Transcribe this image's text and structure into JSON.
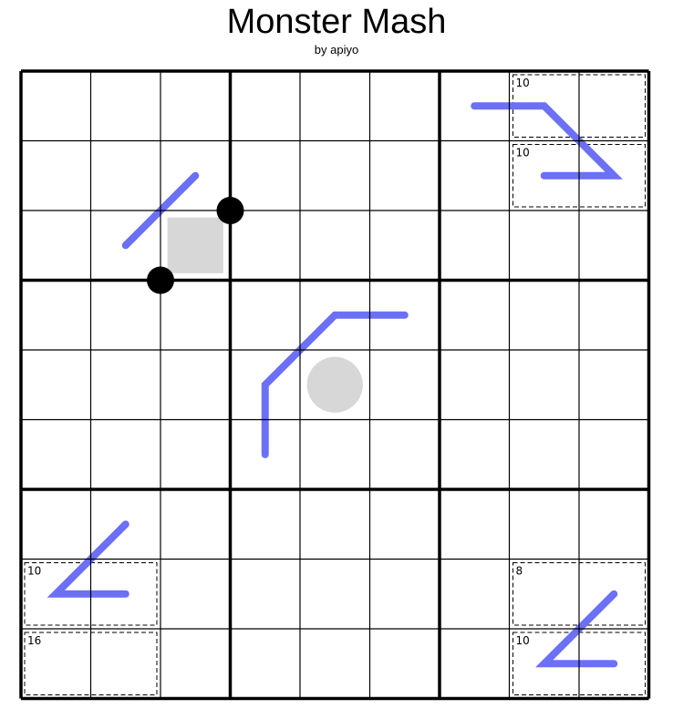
{
  "puzzle": {
    "title": "Monster Mash",
    "author": "by apiyo",
    "size": 9,
    "box": 3
  },
  "colors": {
    "line": "#6b70f5",
    "shading": "#d7d7d7",
    "dot": "#000000",
    "grid": "#000000"
  },
  "cages": [
    {
      "cells": [
        [
          0,
          7
        ],
        [
          0,
          8
        ]
      ],
      "sum": "10"
    },
    {
      "cells": [
        [
          1,
          7
        ],
        [
          1,
          8
        ]
      ],
      "sum": "10"
    },
    {
      "cells": [
        [
          7,
          0
        ],
        [
          7,
          1
        ]
      ],
      "sum": "10"
    },
    {
      "cells": [
        [
          8,
          0
        ],
        [
          8,
          1
        ]
      ],
      "sum": "16"
    },
    {
      "cells": [
        [
          7,
          7
        ],
        [
          7,
          8
        ]
      ],
      "sum": "8"
    },
    {
      "cells": [
        [
          8,
          7
        ],
        [
          8,
          8
        ]
      ],
      "sum": "10"
    }
  ],
  "lines": [
    {
      "name": "line-top-right",
      "cells": [
        [
          0,
          6
        ],
        [
          0,
          7
        ],
        [
          1,
          8
        ],
        [
          1,
          7
        ]
      ]
    },
    {
      "name": "line-top-left",
      "cells": [
        [
          2,
          1
        ],
        [
          1,
          2
        ]
      ]
    },
    {
      "name": "line-center",
      "cells": [
        [
          5,
          3
        ],
        [
          4,
          3
        ],
        [
          3,
          4
        ],
        [
          3,
          5
        ]
      ]
    },
    {
      "name": "line-bottom-left",
      "cells": [
        [
          6,
          1
        ],
        [
          7,
          0
        ],
        [
          7,
          1
        ]
      ]
    },
    {
      "name": "line-bottom-right",
      "cells": [
        [
          7,
          8
        ],
        [
          8,
          7
        ],
        [
          8,
          8
        ]
      ]
    }
  ],
  "shaded_squares": [
    {
      "cell": [
        2,
        2
      ]
    }
  ],
  "shaded_circles": [
    {
      "cell": [
        4,
        4
      ]
    }
  ],
  "dots": [
    {
      "corner": [
        2,
        3
      ]
    },
    {
      "corner": [
        3,
        2
      ]
    }
  ]
}
